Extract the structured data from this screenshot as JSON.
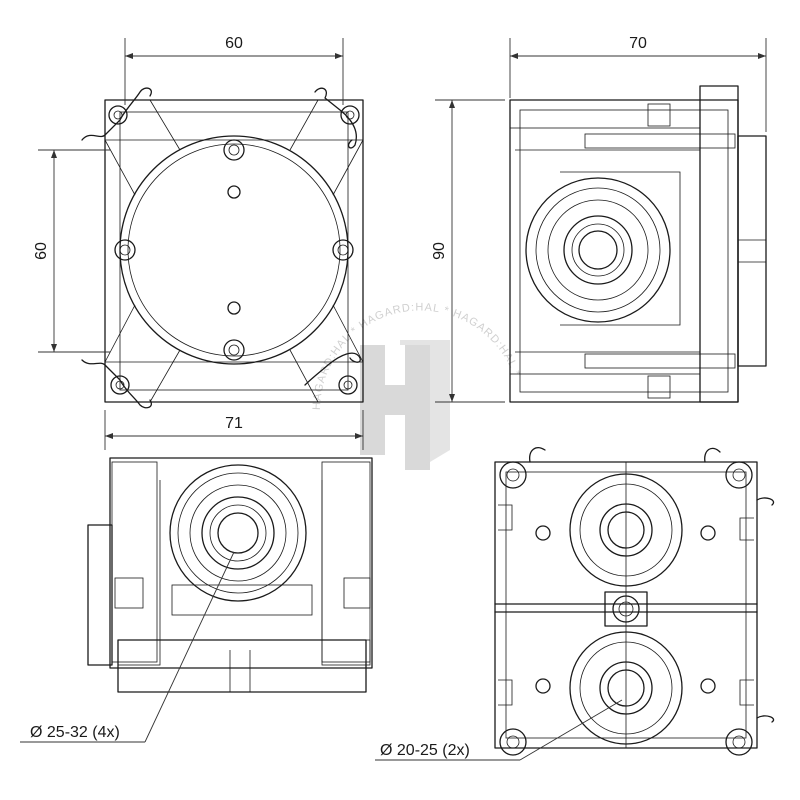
{
  "dimensions": {
    "top_left_width": "60",
    "top_left_height": "60",
    "top_left_bottom_width": "71",
    "top_right_width": "70",
    "top_right_height": "90"
  },
  "callouts": {
    "large_entry": "Ø 25-32 (4x)",
    "small_entry": "Ø 20-25 (2x)"
  },
  "watermark": {
    "text": "HAGARD:HAL * HAGARD:HAL * HAGARD:HAL *"
  }
}
